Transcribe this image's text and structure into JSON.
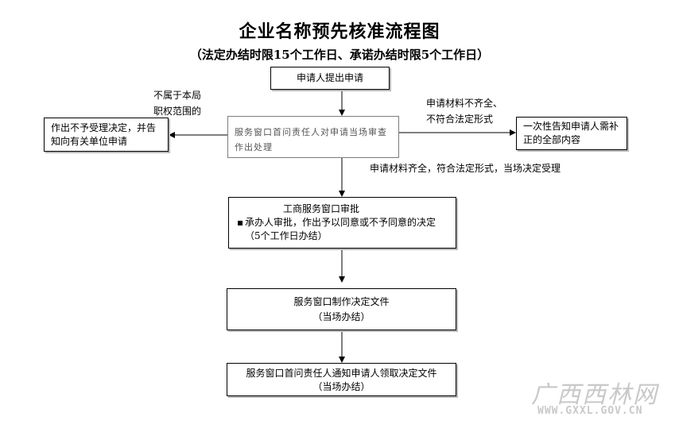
{
  "title": "企业名称预先核准流程图",
  "subtitle": "（法定办结时限15个工作日、承诺办结时限5个工作日）",
  "nodes": {
    "apply": "申请人提出申请",
    "window_handle": "服务窗口首问责任人对申请当场审查作出处理",
    "reject": "作出不予受理决定，并告知向有关单位申请",
    "notify": "一次性告知申请人需补正的全部内容",
    "approve_title": "工商服务窗口审批",
    "approve_item": "承办人审批，作出予以同意或不予同意的决定（5个工作日办结）",
    "make_doc_line1": "服务窗口制作决定文件",
    "make_doc_line2": "（当场办结）",
    "receive": "服务窗口首问责任人通知申请人领取决定文件  （当场办结）"
  },
  "edges": {
    "not_in_scope_line1": "不属于本局",
    "not_in_scope_line2": "职权范围的",
    "incomplete_line1": "申请材料不齐全、",
    "incomplete_line2": "不符合法定形式",
    "complete": "申请材料齐全，符合法定形式，当场决定受理"
  },
  "watermark": {
    "logo": "广西西林网",
    "url": "WWW.GXXL.GOV.CN"
  }
}
